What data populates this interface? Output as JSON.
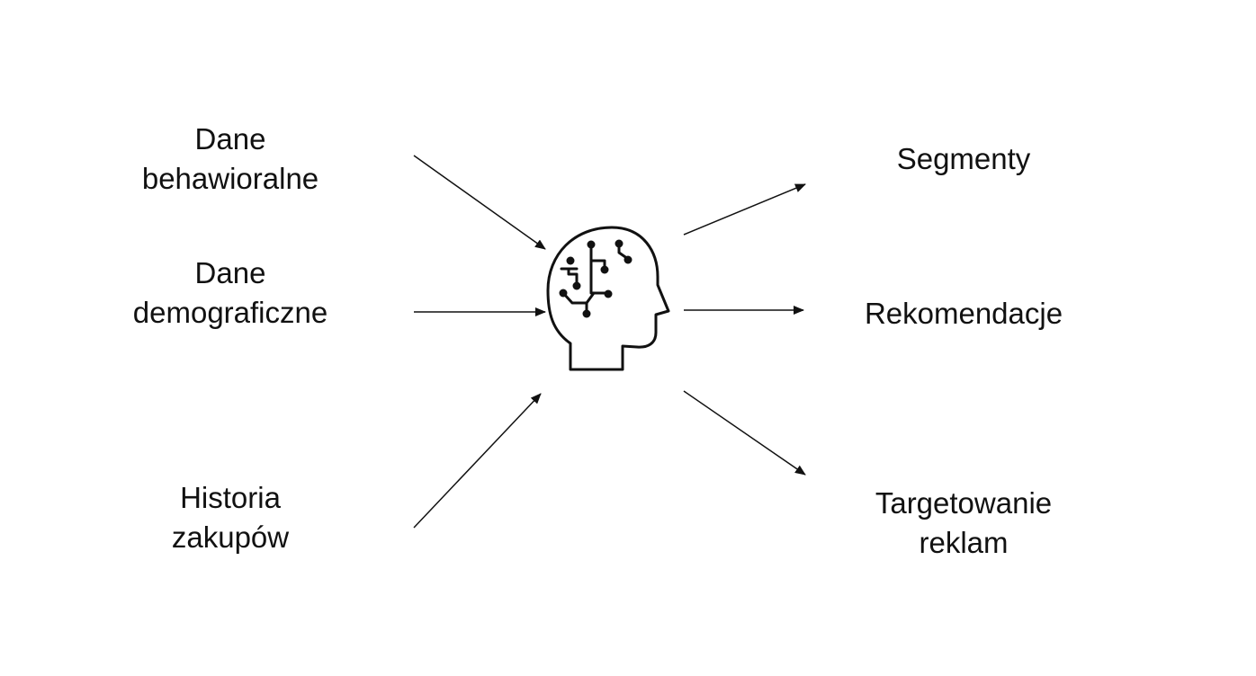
{
  "inputs": [
    {
      "line1": "Dane",
      "line2": "behawioralne"
    },
    {
      "line1": "Dane",
      "line2": "demograficzne"
    },
    {
      "line1": "Historia",
      "line2": "zakupów"
    }
  ],
  "outputs": [
    {
      "line1": "Segmenty",
      "line2": ""
    },
    {
      "line1": "Rekomendacje",
      "line2": ""
    },
    {
      "line1": "Targetowanie",
      "line2": "reklam"
    }
  ],
  "center_icon": "ai-brain-head-icon",
  "colors": {
    "background": "#ffffff",
    "text": "#111111",
    "stroke": "#111111"
  }
}
